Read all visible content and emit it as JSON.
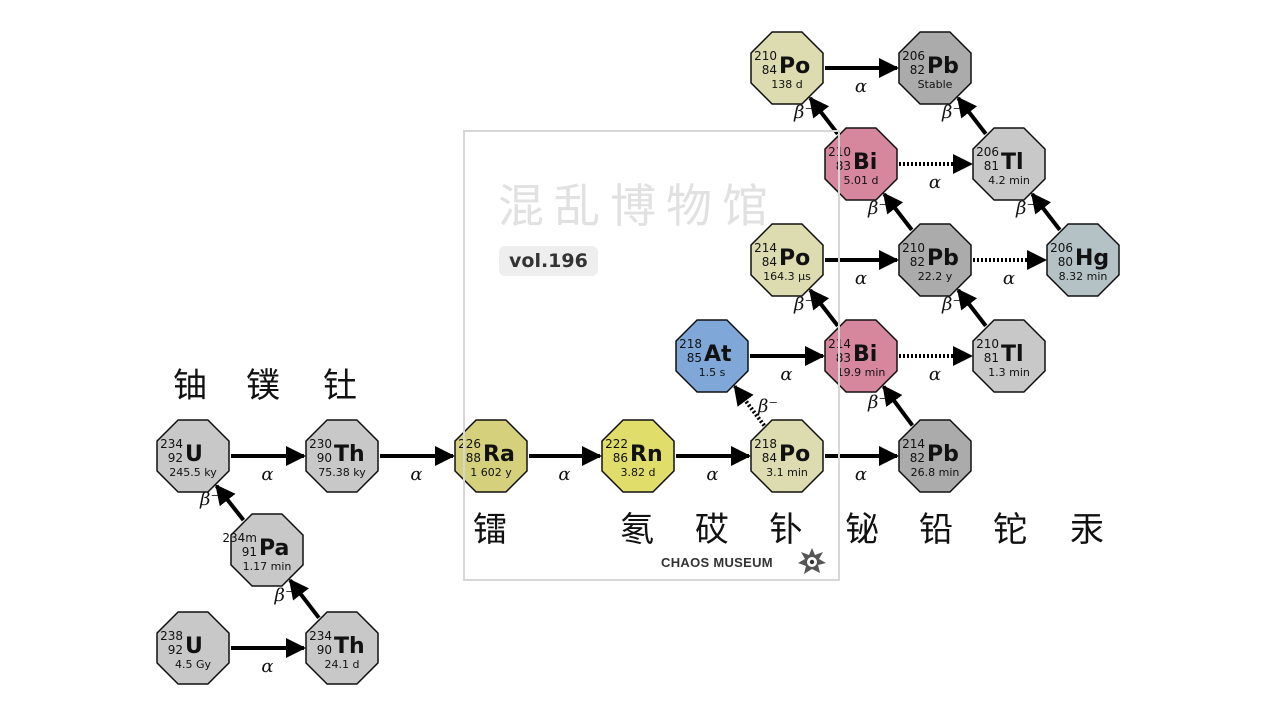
{
  "nuclides": [
    {
      "id": "U238",
      "mass": "238",
      "z": "92",
      "sym": "U",
      "hl": "4.5 Gy",
      "color": "#c8c8c8"
    },
    {
      "id": "Th234",
      "mass": "234",
      "z": "90",
      "sym": "Th",
      "hl": "24.1 d",
      "color": "#c8c8c8"
    },
    {
      "id": "Pa234m",
      "mass": "234m",
      "z": "91",
      "sym": "Pa",
      "hl": "1.17 min",
      "color": "#c8c8c8"
    },
    {
      "id": "U234",
      "mass": "234",
      "z": "92",
      "sym": "U",
      "hl": "245.5 ky",
      "color": "#c8c8c8"
    },
    {
      "id": "Th230",
      "mass": "230",
      "z": "90",
      "sym": "Th",
      "hl": "75.38 ky",
      "color": "#c8c8c8"
    },
    {
      "id": "Ra226",
      "mass": "226",
      "z": "88",
      "sym": "Ra",
      "hl": "1 602 y",
      "color": "#d4d07c"
    },
    {
      "id": "Rn222",
      "mass": "222",
      "z": "86",
      "sym": "Rn",
      "hl": "3.82 d",
      "color": "#e0dd6a"
    },
    {
      "id": "Po218",
      "mass": "218",
      "z": "84",
      "sym": "Po",
      "hl": "3.1 min",
      "color": "#dcdcb0"
    },
    {
      "id": "At218",
      "mass": "218",
      "z": "85",
      "sym": "At",
      "hl": "1.5 s",
      "color": "#7fa8d8"
    },
    {
      "id": "Pb214",
      "mass": "214",
      "z": "82",
      "sym": "Pb",
      "hl": "26.8 min",
      "color": "#ababab"
    },
    {
      "id": "Bi214",
      "mass": "214",
      "z": "83",
      "sym": "Bi",
      "hl": "19.9 min",
      "color": "#d6879e"
    },
    {
      "id": "Tl210",
      "mass": "210",
      "z": "81",
      "sym": "Tl",
      "hl": "1.3 min",
      "color": "#c8c8c8"
    },
    {
      "id": "Po214",
      "mass": "214",
      "z": "84",
      "sym": "Po",
      "hl": "164.3 µs",
      "color": "#dcdcb0"
    },
    {
      "id": "Pb210",
      "mass": "210",
      "z": "82",
      "sym": "Pb",
      "hl": "22.2 y",
      "color": "#ababab"
    },
    {
      "id": "Hg206",
      "mass": "206",
      "z": "80",
      "sym": "Hg",
      "hl": "8.32 min",
      "color": "#b4c2c6"
    },
    {
      "id": "Bi210",
      "mass": "210",
      "z": "83",
      "sym": "Bi",
      "hl": "5.01 d",
      "color": "#d6879e"
    },
    {
      "id": "Tl206",
      "mass": "206",
      "z": "81",
      "sym": "Tl",
      "hl": "4.2 min",
      "color": "#c8c8c8"
    },
    {
      "id": "Po210",
      "mass": "210",
      "z": "84",
      "sym": "Po",
      "hl": "138 d",
      "color": "#dcdcb0"
    },
    {
      "id": "Pb206",
      "mass": "206",
      "z": "82",
      "sym": "Pb",
      "hl": "Stable",
      "color": "#ababab"
    }
  ],
  "decays": [
    {
      "from": "U238",
      "to": "Th234",
      "label": "α",
      "dotted": false
    },
    {
      "from": "Th234",
      "to": "Pa234m",
      "label": "β⁻",
      "dotted": false
    },
    {
      "from": "Pa234m",
      "to": "U234",
      "label": "β⁻",
      "dotted": false
    },
    {
      "from": "U234",
      "to": "Th230",
      "label": "α",
      "dotted": false
    },
    {
      "from": "Th230",
      "to": "Ra226",
      "label": "α",
      "dotted": false
    },
    {
      "from": "Ra226",
      "to": "Rn222",
      "label": "α",
      "dotted": false
    },
    {
      "from": "Rn222",
      "to": "Po218",
      "label": "α",
      "dotted": false
    },
    {
      "from": "Po218",
      "to": "Pb214",
      "label": "α",
      "dotted": false
    },
    {
      "from": "Po218",
      "to": "At218",
      "label": "β⁻",
      "dotted": true
    },
    {
      "from": "At218",
      "to": "Bi214",
      "label": "α",
      "dotted": false
    },
    {
      "from": "Pb214",
      "to": "Bi214",
      "label": "β⁻",
      "dotted": false
    },
    {
      "from": "Bi214",
      "to": "Tl210",
      "label": "α",
      "dotted": true
    },
    {
      "from": "Bi214",
      "to": "Po214",
      "label": "β⁻",
      "dotted": false
    },
    {
      "from": "Tl210",
      "to": "Pb210",
      "label": "β⁻",
      "dotted": false
    },
    {
      "from": "Po214",
      "to": "Pb210",
      "label": "α",
      "dotted": false
    },
    {
      "from": "Pb210",
      "to": "Hg206",
      "label": "α",
      "dotted": true
    },
    {
      "from": "Pb210",
      "to": "Bi210",
      "label": "β⁻",
      "dotted": false
    },
    {
      "from": "Hg206",
      "to": "Tl206",
      "label": "β⁻",
      "dotted": false
    },
    {
      "from": "Bi210",
      "to": "Tl206",
      "label": "α",
      "dotted": true
    },
    {
      "from": "Bi210",
      "to": "Po210",
      "label": "β⁻",
      "dotted": false
    },
    {
      "from": "Tl206",
      "to": "Pb206",
      "label": "β⁻",
      "dotted": false
    },
    {
      "from": "Po210",
      "to": "Pb206",
      "label": "α",
      "dotted": false
    }
  ],
  "element_names": {
    "u": "铀",
    "pa": "镤",
    "th": "钍",
    "ra": "镭",
    "rn": "氡",
    "at": "砹",
    "po": "钋",
    "bi": "铋",
    "pb": "铅",
    "tl": "铊",
    "hg": "汞"
  },
  "watermark": {
    "title": "混乱博物馆",
    "vol": "vol.196",
    "brand": "CHAOS MUSEUM"
  }
}
